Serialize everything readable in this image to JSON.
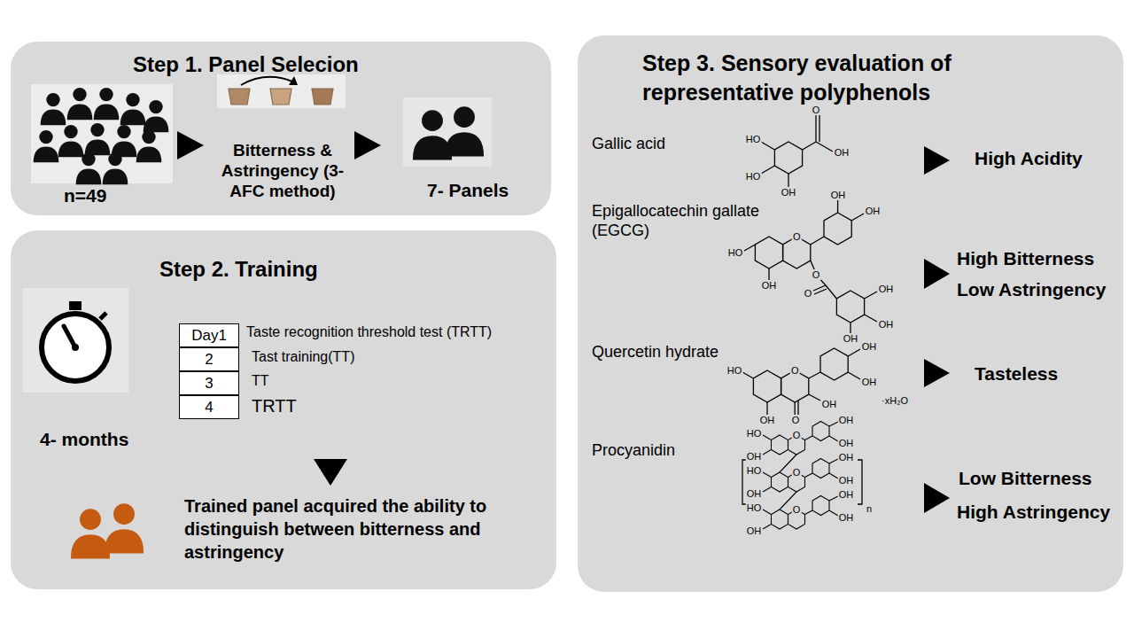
{
  "diagram": {
    "nodes": [
      {
        "text": [
          "Step 1. Panel Selecion",
          "n=49",
          "Bitterness & Astringency (3-AFC method)",
          "7- Panels"
        ]
      },
      {
        "text": [
          "Step 2. Training",
          "4- months",
          "Taste recognition threshold test (TRTT)",
          "Tast training(TT)",
          "TT",
          "TRTT",
          "Trained panel acquired the ability to distinguish between bitterness and astringency"
        ]
      },
      {
        "text": [
          "Day1"
        ],
        "in": 1
      },
      {
        "text": [
          "2"
        ],
        "in": 1
      },
      {
        "text": [
          "3"
        ],
        "in": 1
      },
      {
        "text": [
          "4"
        ],
        "in": 1
      },
      {
        "text": [
          "Step 3. Sensory evaluation of representative polyphenols",
          "Gallic acid",
          "High Acidity",
          "Epigallocatechin gallate (EGCG)",
          "High Bitterness",
          "Low Astringency",
          "Quercetin hydrate",
          "Tasteless",
          "Procyanidin",
          "Low Bitterness",
          "High Astringency"
        ]
      }
    ],
    "labels": [
      "O",
      "OH",
      "HO",
      "HO",
      "OH",
      "OH",
      "OH",
      "O",
      "HO",
      "OH",
      "O",
      "O",
      "OH",
      "OH",
      "OH",
      "O",
      "OH",
      "OH",
      "·xH₂O",
      "O",
      "OH",
      "HO",
      "OH",
      "O",
      "HO",
      "OH",
      "OH",
      "OH",
      "O",
      "HO",
      "OH",
      "OH",
      "OH",
      "O",
      "HO",
      "OH",
      "OH",
      "OH",
      "n"
    ]
  }
}
